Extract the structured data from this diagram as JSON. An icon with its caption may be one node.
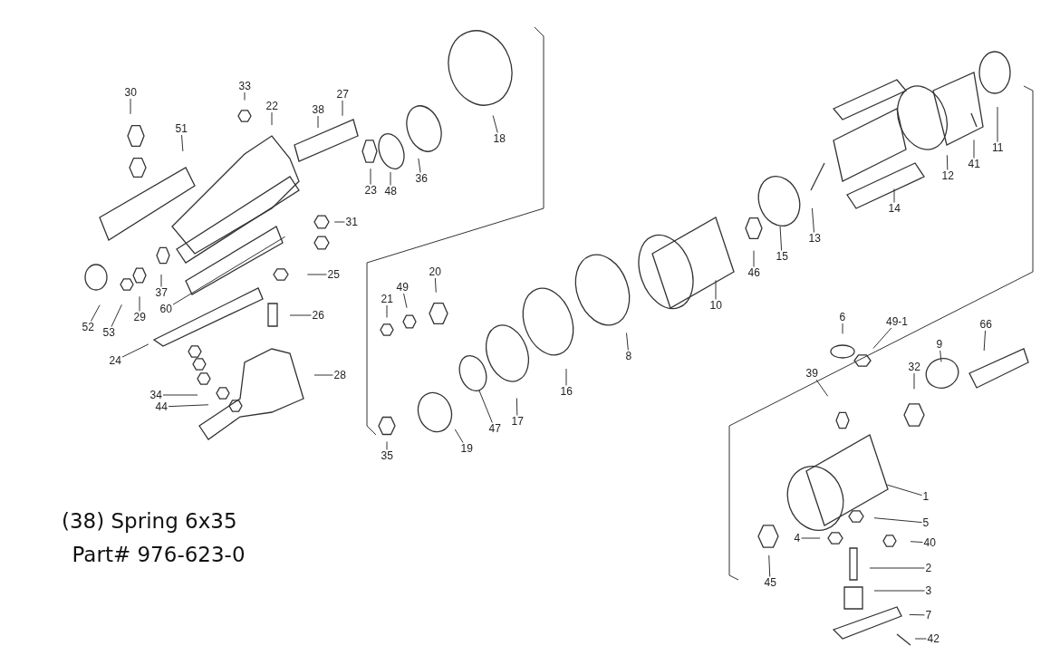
{
  "diagram": {
    "nodes": [
      {
        "text": [
          "30"
        ]
      },
      {
        "text": [
          "51"
        ]
      },
      {
        "text": [
          "33"
        ]
      },
      {
        "text": [
          "22"
        ]
      },
      {
        "text": [
          "38"
        ]
      },
      {
        "text": [
          "27"
        ]
      },
      {
        "text": [
          "23"
        ]
      },
      {
        "text": [
          "48"
        ]
      },
      {
        "text": [
          "36"
        ]
      },
      {
        "text": [
          "18"
        ]
      },
      {
        "text": [
          "31"
        ]
      },
      {
        "text": [
          "25"
        ]
      },
      {
        "text": [
          "26"
        ]
      },
      {
        "text": [
          "60"
        ]
      },
      {
        "text": [
          "37"
        ]
      },
      {
        "text": [
          "29"
        ]
      },
      {
        "text": [
          "52"
        ]
      },
      {
        "text": [
          "53"
        ]
      },
      {
        "text": [
          "24"
        ]
      },
      {
        "text": [
          "34"
        ]
      },
      {
        "text": [
          "44"
        ]
      },
      {
        "text": [
          "28"
        ]
      },
      {
        "text": [
          "21"
        ]
      },
      {
        "text": [
          "49"
        ]
      },
      {
        "text": [
          "20"
        ]
      },
      {
        "text": [
          "35"
        ]
      },
      {
        "text": [
          "19"
        ]
      },
      {
        "text": [
          "47"
        ]
      },
      {
        "text": [
          "17"
        ]
      },
      {
        "text": [
          "16"
        ]
      },
      {
        "text": [
          "8"
        ]
      },
      {
        "text": [
          "10"
        ]
      },
      {
        "text": [
          "46"
        ]
      },
      {
        "text": [
          "15"
        ]
      },
      {
        "text": [
          "13"
        ]
      },
      {
        "text": [
          "14"
        ]
      },
      {
        "text": [
          "12"
        ]
      },
      {
        "text": [
          "41"
        ]
      },
      {
        "text": [
          "11"
        ]
      },
      {
        "text": [
          "6"
        ]
      },
      {
        "text": [
          "49-1"
        ]
      },
      {
        "text": [
          "66"
        ]
      },
      {
        "text": [
          "9"
        ]
      },
      {
        "text": [
          "32"
        ]
      },
      {
        "text": [
          "39"
        ]
      },
      {
        "text": [
          "1"
        ]
      },
      {
        "text": [
          "5"
        ]
      },
      {
        "text": [
          "4"
        ]
      },
      {
        "text": [
          "40"
        ]
      },
      {
        "text": [
          "2"
        ]
      },
      {
        "text": [
          "45"
        ]
      },
      {
        "text": [
          "3"
        ]
      },
      {
        "text": [
          "7"
        ]
      },
      {
        "text": [
          "42"
        ]
      }
    ],
    "edges": [
      {
        "from": 0,
        "to": null,
        "arrow": "none"
      },
      {
        "from": 1,
        "to": null,
        "arrow": "none"
      },
      {
        "from": 2,
        "to": null,
        "arrow": "none"
      },
      {
        "from": 3,
        "to": null,
        "arrow": "none"
      },
      {
        "from": 4,
        "to": null,
        "arrow": "none"
      },
      {
        "from": 5,
        "to": null,
        "arrow": "none"
      },
      {
        "from": 6,
        "to": null,
        "arrow": "none"
      },
      {
        "from": 7,
        "to": null,
        "arrow": "none"
      },
      {
        "from": 8,
        "to": null,
        "arrow": "none"
      },
      {
        "from": 9,
        "to": null,
        "arrow": "none"
      },
      {
        "from": 10,
        "to": null,
        "arrow": "none"
      },
      {
        "from": 11,
        "to": null,
        "arrow": "none"
      },
      {
        "from": 12,
        "to": null,
        "arrow": "none"
      },
      {
        "from": 13,
        "to": null,
        "arrow": "none"
      },
      {
        "from": 14,
        "to": null,
        "arrow": "none"
      },
      {
        "from": 15,
        "to": null,
        "arrow": "none"
      },
      {
        "from": 16,
        "to": null,
        "arrow": "none"
      },
      {
        "from": 17,
        "to": null,
        "arrow": "none"
      },
      {
        "from": 18,
        "to": null,
        "arrow": "none"
      },
      {
        "from": 19,
        "to": null,
        "arrow": "none"
      },
      {
        "from": 20,
        "to": null,
        "arrow": "none"
      },
      {
        "from": 21,
        "to": null,
        "arrow": "none"
      },
      {
        "from": 22,
        "to": null,
        "arrow": "none"
      },
      {
        "from": 23,
        "to": null,
        "arrow": "none"
      },
      {
        "from": 24,
        "to": null,
        "arrow": "none"
      },
      {
        "from": 25,
        "to": null,
        "arrow": "none"
      },
      {
        "from": 26,
        "to": null,
        "arrow": "none"
      },
      {
        "from": 27,
        "to": null,
        "arrow": "none"
      },
      {
        "from": 28,
        "to": null,
        "arrow": "none"
      },
      {
        "from": 29,
        "to": null,
        "arrow": "none"
      },
      {
        "from": 30,
        "to": null,
        "arrow": "none"
      },
      {
        "from": 31,
        "to": null,
        "arrow": "none"
      },
      {
        "from": 32,
        "to": null,
        "arrow": "none"
      },
      {
        "from": 33,
        "to": null,
        "arrow": "none"
      },
      {
        "from": 34,
        "to": null,
        "arrow": "none"
      },
      {
        "from": 35,
        "to": null,
        "arrow": "none"
      },
      {
        "from": 36,
        "to": null,
        "arrow": "none"
      },
      {
        "from": 37,
        "to": null,
        "arrow": "none"
      },
      {
        "from": 38,
        "to": null,
        "arrow": "none"
      },
      {
        "from": 39,
        "to": null,
        "arrow": "none"
      },
      {
        "from": 40,
        "to": null,
        "arrow": "none"
      },
      {
        "from": 41,
        "to": null,
        "arrow": "none"
      },
      {
        "from": 42,
        "to": null,
        "arrow": "none"
      },
      {
        "from": 43,
        "to": null,
        "arrow": "none"
      },
      {
        "from": 44,
        "to": null,
        "arrow": "none"
      },
      {
        "from": 45,
        "to": null,
        "arrow": "none"
      },
      {
        "from": 46,
        "to": null,
        "arrow": "none"
      },
      {
        "from": 47,
        "to": null,
        "arrow": "none"
      },
      {
        "from": 48,
        "to": null,
        "arrow": "none"
      },
      {
        "from": 49,
        "to": null,
        "arrow": "none"
      },
      {
        "from": 50,
        "to": null,
        "arrow": "none"
      },
      {
        "from": 51,
        "to": null,
        "arrow": "none"
      },
      {
        "from": 52,
        "to": null,
        "arrow": "none"
      },
      {
        "from": 53,
        "to": null,
        "arrow": "none"
      }
    ],
    "labels": [
      "(38) Spring 6x35",
      "Part# 976-623-0"
    ]
  }
}
